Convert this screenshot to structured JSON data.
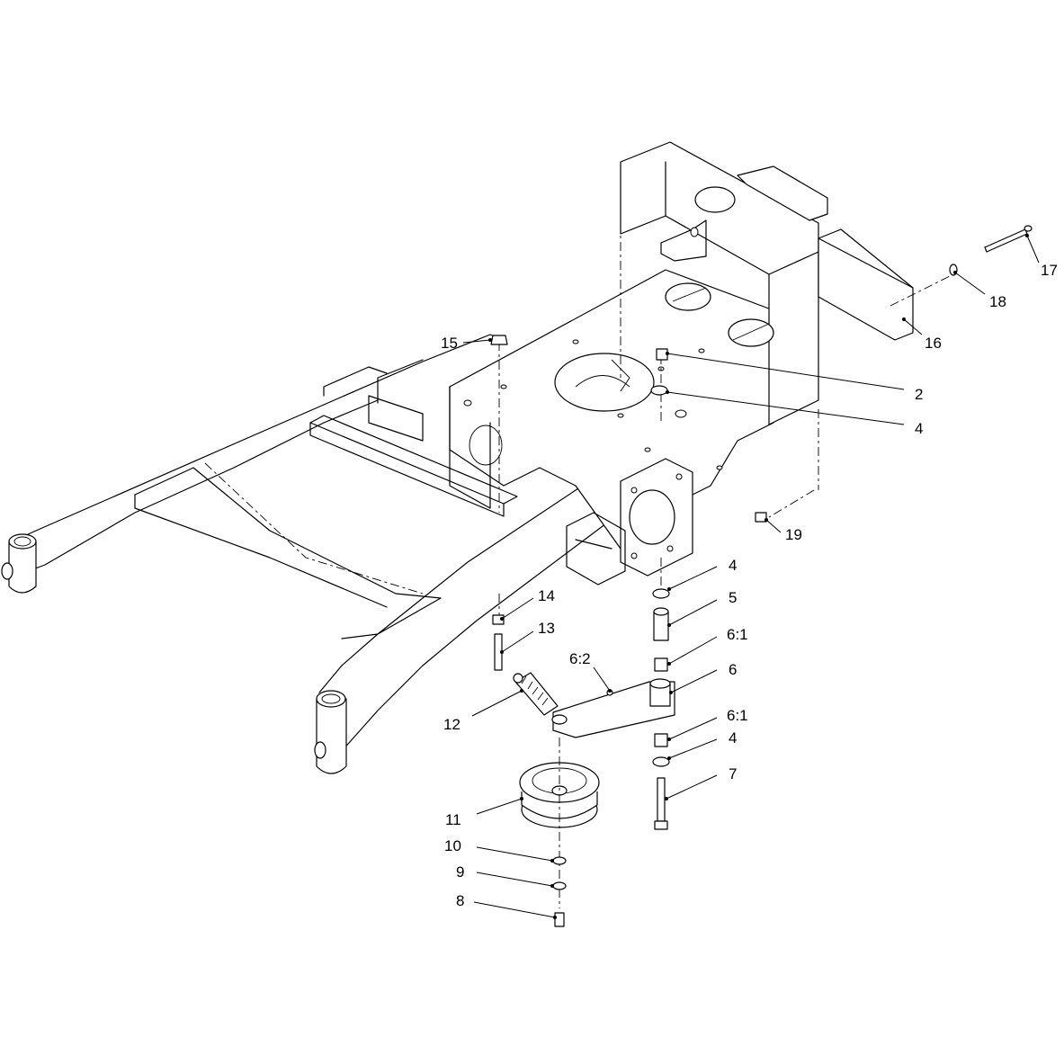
{
  "callouts": [
    {
      "id": "c2",
      "text": "2"
    },
    {
      "id": "c4a",
      "text": "4"
    },
    {
      "id": "c4b",
      "text": "4"
    },
    {
      "id": "c4c",
      "text": "4"
    },
    {
      "id": "c5",
      "text": "5"
    },
    {
      "id": "c61a",
      "text": "6:1"
    },
    {
      "id": "c6",
      "text": "6"
    },
    {
      "id": "c61b",
      "text": "6:1"
    },
    {
      "id": "c62",
      "text": "6:2"
    },
    {
      "id": "c7",
      "text": "7"
    },
    {
      "id": "c8",
      "text": "8"
    },
    {
      "id": "c9",
      "text": "9"
    },
    {
      "id": "c10",
      "text": "10"
    },
    {
      "id": "c11",
      "text": "11"
    },
    {
      "id": "c12",
      "text": "12"
    },
    {
      "id": "c13",
      "text": "13"
    },
    {
      "id": "c14",
      "text": "14"
    },
    {
      "id": "c15",
      "text": "15"
    },
    {
      "id": "c16",
      "text": "16"
    },
    {
      "id": "c17",
      "text": "17"
    },
    {
      "id": "c18",
      "text": "18"
    },
    {
      "id": "c19",
      "text": "19"
    }
  ]
}
